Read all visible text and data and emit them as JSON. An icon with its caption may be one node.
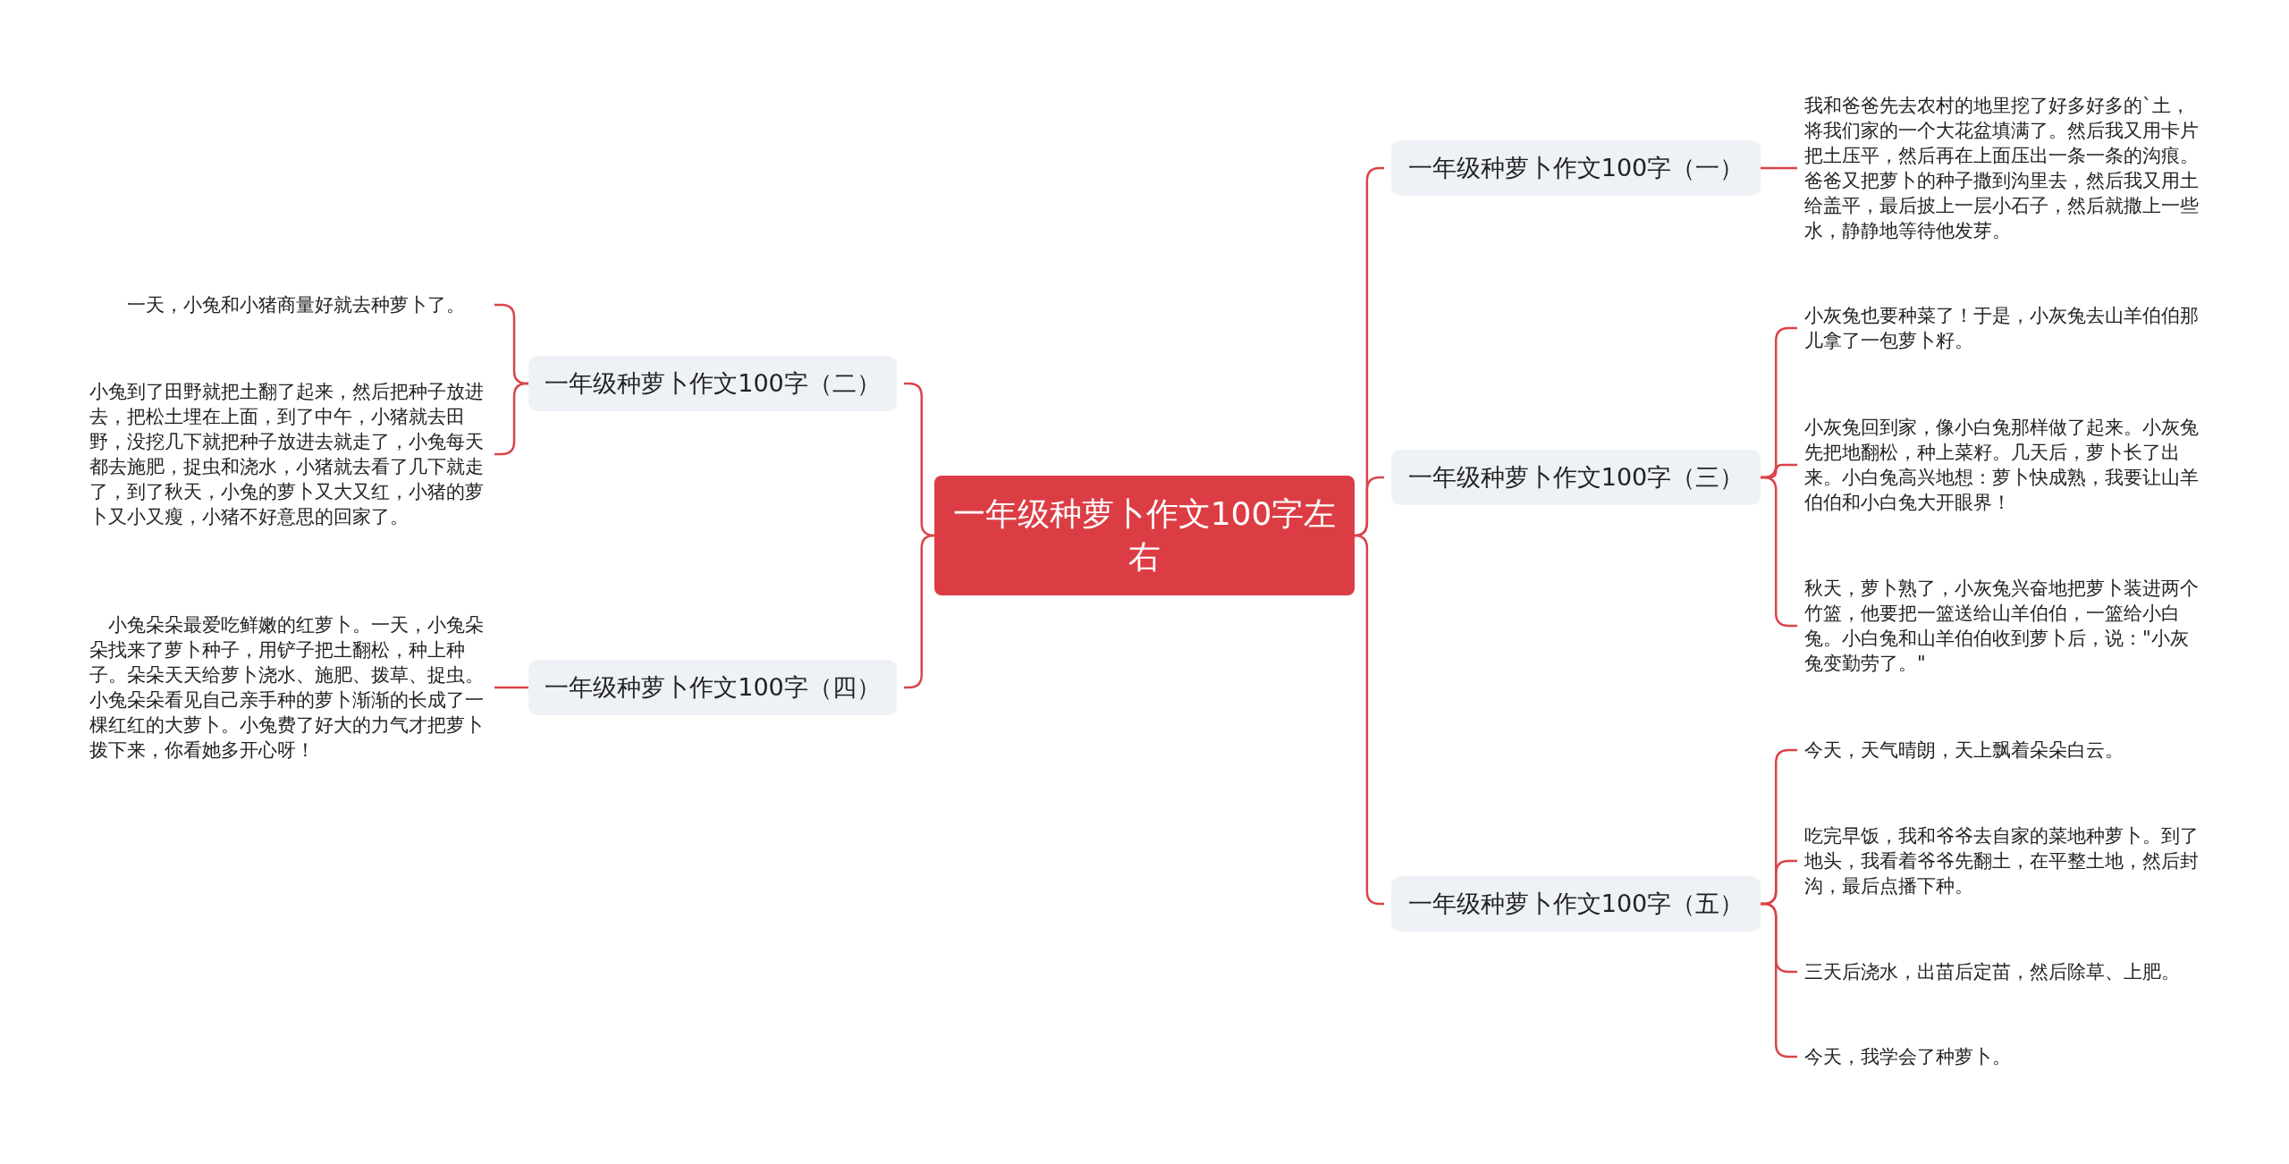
{
  "diagram": {
    "nodes": [
      {
        "text": [
          "一年级种萝卜作文100字左右"
        ]
      },
      {
        "text": [
          "一年级种萝卜作文100字（二）"
        ]
      },
      {
        "text": [
          "一天，小兔和小猪商量好就去种萝卜了。"
        ]
      },
      {
        "text": [
          "小兔到了田野就把土翻了起来，然后把种子放进去，把松土埋在上面，到了中午，小猪就去田野，没挖几下就把种子放进去就走了，小兔每天都去施肥，捉虫和浇水，小猪就去看了几下就走了，到了秋天，小兔的萝卜又大又红，小猪的萝卜又小又瘦，小猪不好意思的回家了。"
        ]
      },
      {
        "text": [
          "一年级种萝卜作文100字（四）"
        ]
      },
      {
        "text": [
          "小兔朵朵最爱吃鲜嫩的红萝卜。一天，小兔朵朵找来了萝卜种子，用铲子把土翻松，种上种子。朵朵天天给萝卜浇水、施肥、拨草、捉虫。小兔朵朵看见自己亲手种的萝卜渐渐的长成了一棵红红的大萝卜。小兔费了好大的力气才把萝卜拨下来，你看她多开心呀！"
        ]
      },
      {
        "text": [
          "一年级种萝卜作文100字（一）"
        ]
      },
      {
        "text": [
          "我和爸爸先去农村的地里挖了好多好多的`土，将我们家的一个大花盆填满了。然后我又用卡片把土压平，然后再在上面压出一条一条的沟痕。爸爸又把萝卜的种子撒到沟里去，然后我又用土给盖平，最后披上一层小石子，然后就撒上一些水，静静地等待他发芽。"
        ]
      },
      {
        "text": [
          "一年级种萝卜作文100字（三）"
        ]
      },
      {
        "text": [
          "小灰兔也要种菜了！于是，小灰兔去山羊伯伯那儿拿了一包萝卜籽。"
        ]
      },
      {
        "text": [
          "小灰兔回到家，像小白兔那样做了起来。小灰兔先把地翻松，种上菜籽。几天后，萝卜长了出来。小白兔高兴地想：萝卜快成熟，我要让山羊伯伯和小白兔大开眼界！"
        ]
      },
      {
        "text": [
          "秋天，萝卜熟了，小灰兔兴奋地把萝卜装进两个竹篮，他要把一篮送给山羊伯伯，一篮给小白兔。小白兔和山羊伯伯收到萝卜后，说：\"小灰兔变勤劳了。\""
        ]
      },
      {
        "text": [
          "一年级种萝卜作文100字（五）"
        ]
      },
      {
        "text": [
          "今天，天气晴朗，天上飘着朵朵白云。"
        ]
      },
      {
        "text": [
          "吃完早饭，我和爷爷去自家的菜地种萝卜。到了地头，我看着爷爷先翻土，在平整土地，然后封沟，最后点播下种。"
        ]
      },
      {
        "text": [
          "三天后浇水，出苗后定苗，然后除草、上肥。"
        ]
      },
      {
        "text": [
          "今天，我学会了种萝卜。"
        ]
      }
    ],
    "edges": [
      {
        "from": 0,
        "to": 1,
        "arrow": "none"
      },
      {
        "from": 1,
        "to": 2,
        "arrow": "none"
      },
      {
        "from": 1,
        "to": 3,
        "arrow": "none"
      },
      {
        "from": 0,
        "to": 4,
        "arrow": "none"
      },
      {
        "from": 4,
        "to": 5,
        "arrow": "none"
      },
      {
        "from": 0,
        "to": 6,
        "arrow": "none"
      },
      {
        "from": 6,
        "to": 7,
        "arrow": "none"
      },
      {
        "from": 0,
        "to": 8,
        "arrow": "none"
      },
      {
        "from": 8,
        "to": 9,
        "arrow": "none"
      },
      {
        "from": 8,
        "to": 10,
        "arrow": "none"
      },
      {
        "from": 8,
        "to": 11,
        "arrow": "none"
      },
      {
        "from": 0,
        "to": 12,
        "arrow": "none"
      },
      {
        "from": 12,
        "to": 13,
        "arrow": "none"
      },
      {
        "from": 12,
        "to": 14,
        "arrow": "none"
      },
      {
        "from": 12,
        "to": 15,
        "arrow": "none"
      },
      {
        "from": 12,
        "to": 16,
        "arrow": "none"
      }
    ]
  }
}
